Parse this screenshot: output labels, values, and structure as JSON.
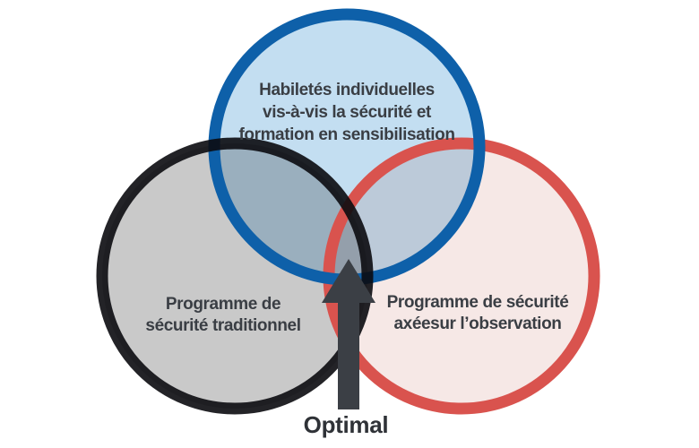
{
  "diagram": {
    "type": "venn-3-circles",
    "background_color": "#ffffff",
    "label_text_color": "#3a3e44",
    "circles": [
      {
        "name": "individual-skills",
        "stroke_color": "#0e60a9",
        "fill_color": "#c3def1",
        "lines": [
          "Habiletés individuelles",
          "vis-à-vis la sécurité et",
          "formation en sensibilisation"
        ]
      },
      {
        "name": "traditional-safety-program",
        "stroke_color": "#0b0b0f",
        "fill_color": "#c9c9c9",
        "lines": [
          "Programme de",
          "sécurité traditionnel"
        ]
      },
      {
        "name": "observation-based-safety-program",
        "stroke_color": "#d9534e",
        "fill_color": "#f6e8e6",
        "lines": [
          "Programme de sécurité",
          "axéesur l’observation"
        ]
      }
    ],
    "arrow": {
      "color": "#3b3f45",
      "label": "Optimal",
      "label_color": "#2f3237"
    }
  }
}
